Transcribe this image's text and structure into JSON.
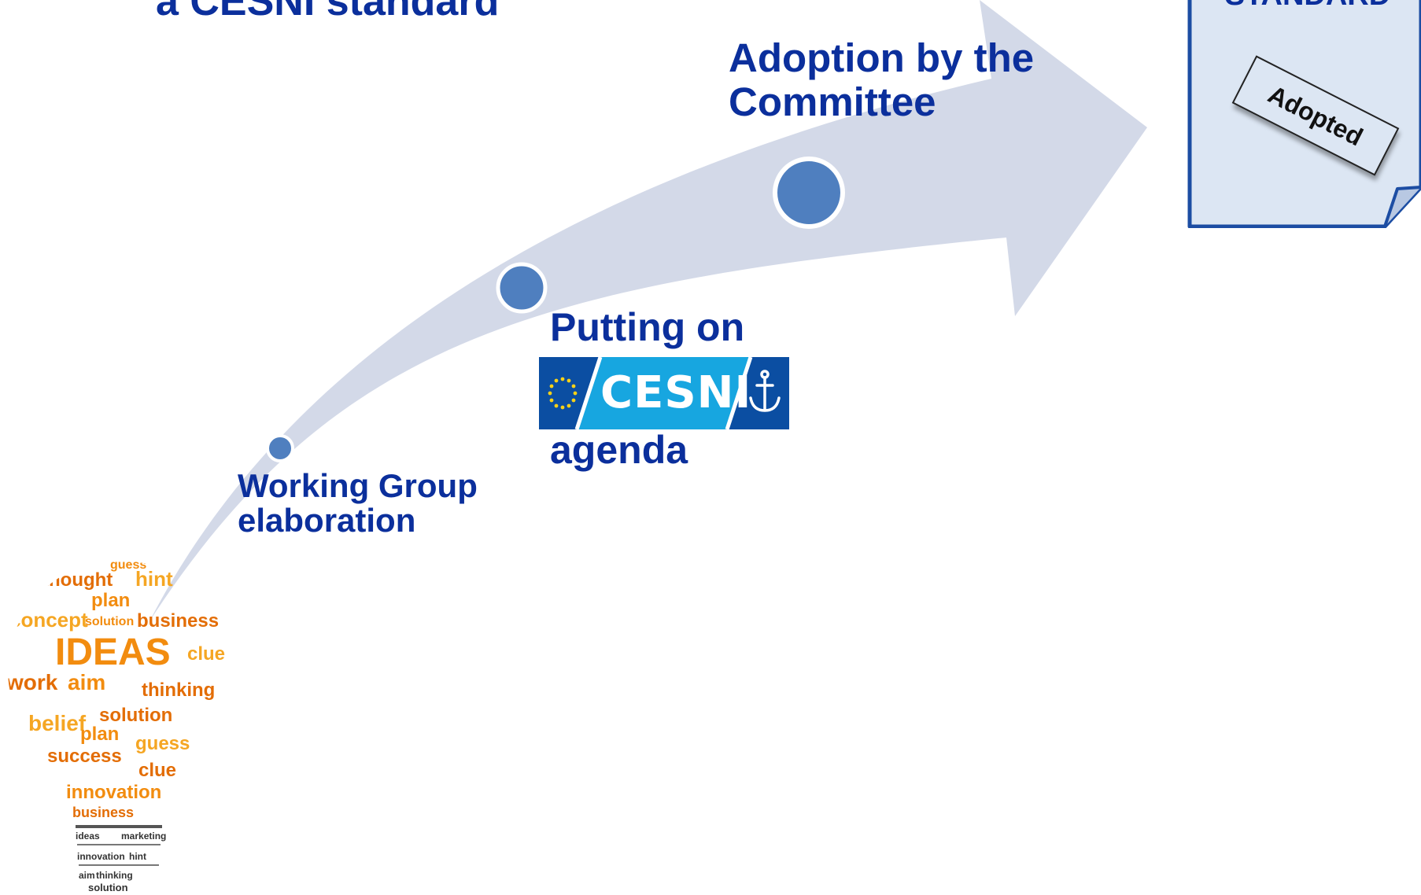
{
  "title": {
    "line2": "a CESNI standard"
  },
  "steps": {
    "working_group": {
      "line1": "Working Group",
      "line2": "elaboration"
    },
    "putting_on": {
      "line1": "Putting on",
      "line2": "agenda"
    },
    "adoption": {
      "line1": "Adoption by the",
      "line2": "Committee"
    }
  },
  "cesni_logo": {
    "text": "CESNI"
  },
  "standard_document": {
    "title": "STANDARD",
    "stamp": "Adopted"
  },
  "ideas_bulb": {
    "main_word": "IDEAS",
    "words": [
      "guess",
      "thought",
      "hint",
      "plan",
      "concept",
      "business",
      "solution",
      "clue",
      "work",
      "aim",
      "thinking",
      "belief",
      "success",
      "innovation",
      "marketing",
      "ideas"
    ]
  },
  "colors": {
    "text_blue": "#0b2f9c",
    "arrow": "#d3d9e8",
    "dot": "#4f7fbf",
    "document_fill": "#dce6f3",
    "document_border": "#1c4da3",
    "cesni_dark": "#0b4ea2",
    "cesni_light": "#17a6e0",
    "bulb_orange": "#f28c0f",
    "bulb_dark": "#e36d05"
  }
}
